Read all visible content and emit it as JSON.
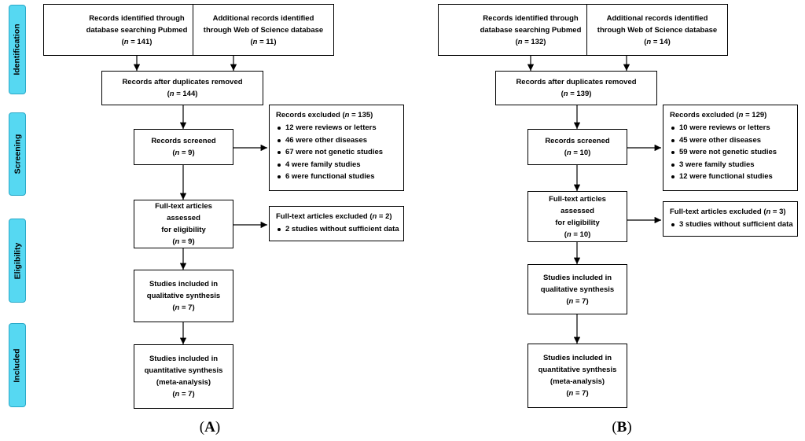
{
  "stages": [
    {
      "key": "identification",
      "label": "Identification"
    },
    {
      "key": "screening",
      "label": "Screening"
    },
    {
      "key": "eligibility",
      "label": "Eligibility"
    },
    {
      "key": "included",
      "label": "Included"
    }
  ],
  "colors": {
    "stage_tab_fill": "#56d8f2",
    "stage_tab_border": "#2aa9c8",
    "box_border": "#000000"
  },
  "panels": [
    {
      "label_open": "(",
      "label_letter": "A",
      "label_close": ")",
      "db_search": {
        "line1": "Records identified through",
        "line2": "database searching Pubmed",
        "n_open": "(",
        "n_var": "n",
        "n_rest": " = 141)"
      },
      "additional": {
        "line1": "Additional records identified",
        "line2": "through Web of Science database",
        "n_open": "(",
        "n_var": "n",
        "n_rest": " = 11)"
      },
      "deduplicated": {
        "line1": "Records after duplicates removed",
        "n_open": "(",
        "n_var": "n",
        "n_rest": " = 144)"
      },
      "screened": {
        "line1": "Records screened",
        "n_open": "(",
        "n_var": "n",
        "n_rest": " = 9)"
      },
      "excluded": {
        "title_pre": "Records excluded (",
        "n_var": "n",
        "title_post": " = 135)",
        "items": [
          "12 were reviews or letters",
          "46 were other diseases",
          "67 were not genetic studies",
          "4 were family studies",
          "6 were functional studies"
        ]
      },
      "fulltext": {
        "line1": "Full-text articles assessed",
        "line2": "for eligibility",
        "n_open": "(",
        "n_var": "n",
        "n_rest": " = 9)"
      },
      "fulltext_excluded": {
        "title_pre": "Full-text articles excluded (",
        "n_var": "n",
        "title_post": " = 2)",
        "items": [
          "2 studies without sufficient data"
        ]
      },
      "qualitative": {
        "line1": "Studies included in",
        "line2": "qualitative synthesis",
        "n_open": "(",
        "n_var": "n",
        "n_rest": " = 7)"
      },
      "quantitative": {
        "line1": "Studies included in",
        "line2": "quantitative synthesis",
        "line3": "(meta-analysis)",
        "n_open": "(",
        "n_var": "n",
        "n_rest": " = 7)"
      }
    },
    {
      "label_open": "(",
      "label_letter": "B",
      "label_close": ")",
      "db_search": {
        "line1": "Records identified through",
        "line2": "database searching Pubmed",
        "n_open": "(",
        "n_var": "n",
        "n_rest": " = 132)"
      },
      "additional": {
        "line1": "Additional records identified",
        "line2": "through Web of Science database",
        "n_open": "(",
        "n_var": "n",
        "n_rest": " = 14)"
      },
      "deduplicated": {
        "line1": "Records after duplicates removed",
        "n_open": "(",
        "n_var": "n",
        "n_rest": " = 139)"
      },
      "screened": {
        "line1": "Records screened",
        "n_open": "(",
        "n_var": "n",
        "n_rest": " = 10)"
      },
      "excluded": {
        "title_pre": "Records excluded (",
        "n_var": "n",
        "title_post": " = 129)",
        "items": [
          "10 were reviews or letters",
          "45 were other diseases",
          "59 were not genetic studies",
          "3 were family studies",
          "12 were functional studies"
        ]
      },
      "fulltext": {
        "line1": "Full-text articles assessed",
        "line2": "for eligibility",
        "n_open": "(",
        "n_var": "n",
        "n_rest": " = 10)"
      },
      "fulltext_excluded": {
        "title_pre": "Full-text articles excluded (",
        "n_var": "n",
        "title_post": " = 3)",
        "items": [
          "3 studies without sufficient data"
        ]
      },
      "qualitative": {
        "line1": "Studies included in",
        "line2": "qualitative synthesis",
        "n_open": "(",
        "n_var": "n",
        "n_rest": " = 7)"
      },
      "quantitative": {
        "line1": "Studies included in",
        "line2": "quantitative synthesis",
        "line3": "(meta-analysis)",
        "n_open": "(",
        "n_var": "n",
        "n_rest": " = 7)"
      }
    }
  ]
}
